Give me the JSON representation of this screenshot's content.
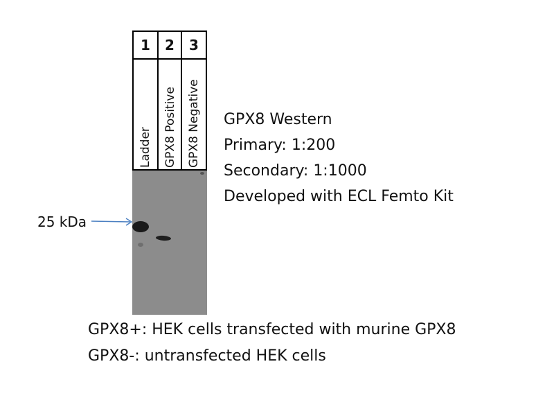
{
  "lanes": [
    {
      "number": "1",
      "label": "Ladder"
    },
    {
      "number": "2",
      "label": "GPX8 Positive"
    },
    {
      "number": "3",
      "label": "GPX8 Negative"
    }
  ],
  "marker": {
    "label": "25 kDa",
    "arrow_color": "#4a7fc1"
  },
  "blot_info": [
    "GPX8 Western",
    "Primary: 1:200",
    "Secondary: 1:1000",
    "Developed with ECL Femto Kit"
  ],
  "legend_notes": [
    "GPX8+: HEK cells transfected with murine GPX8",
    "GPX8-: untransfected HEK cells"
  ],
  "colors": {
    "blot_background": "#8c8c8c",
    "band": "#1a1a1a"
  }
}
